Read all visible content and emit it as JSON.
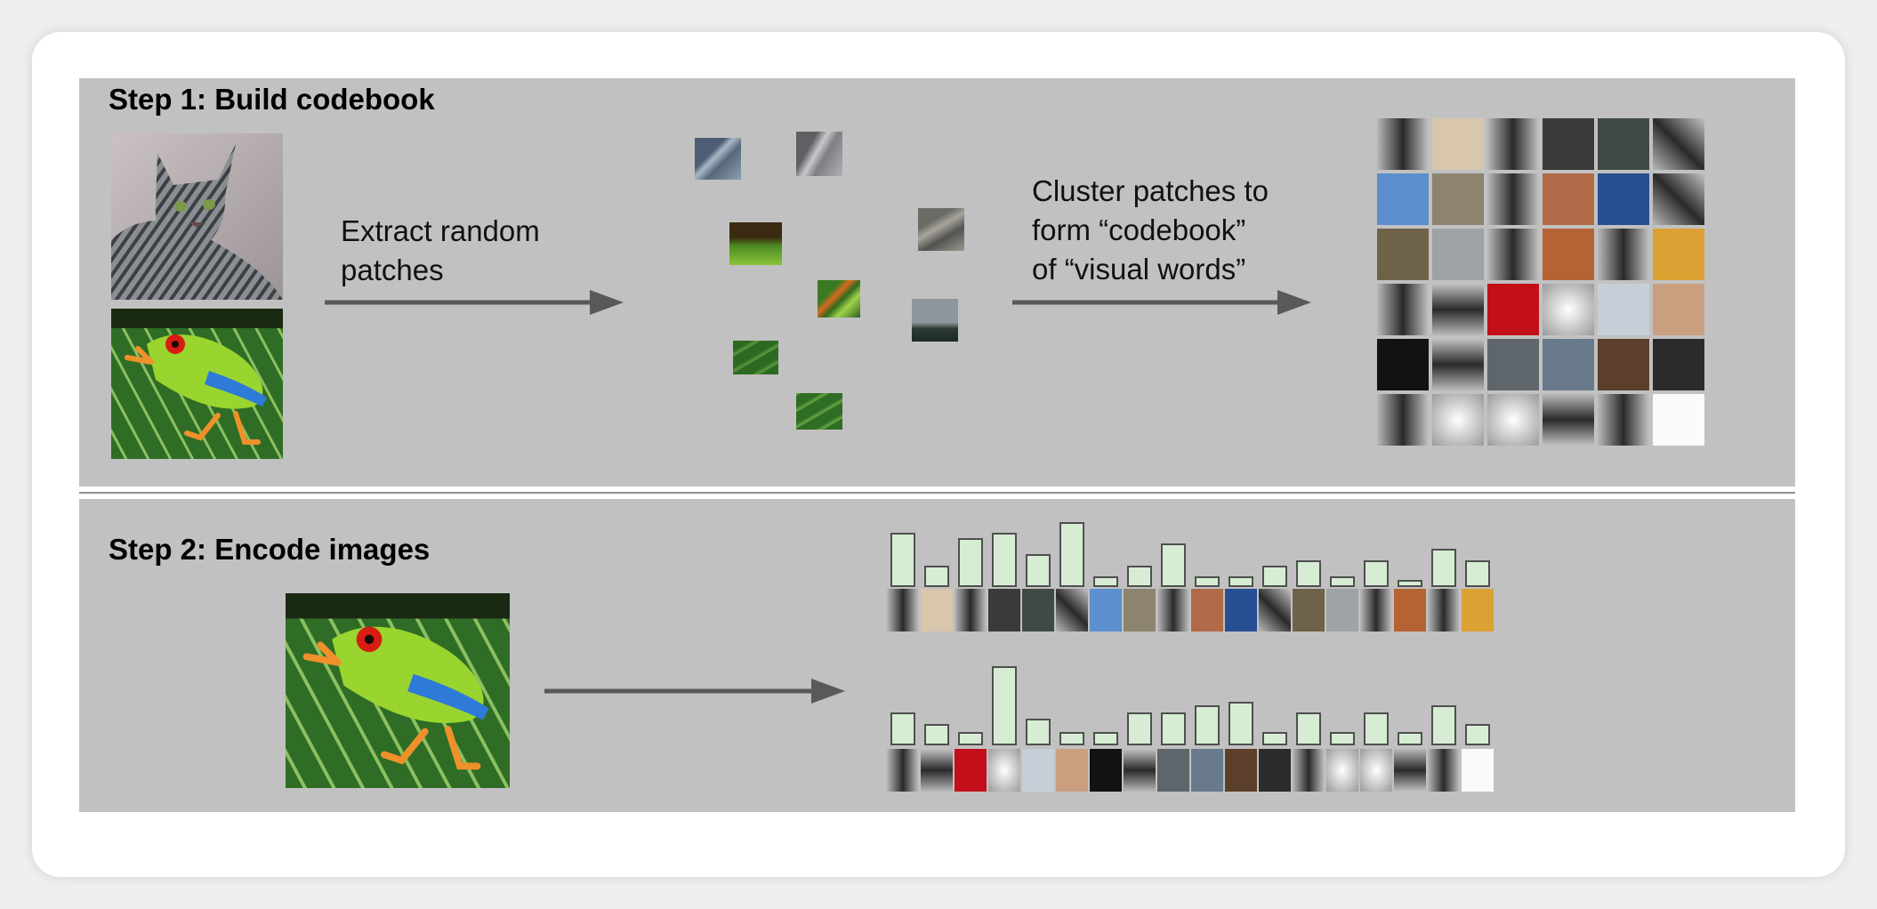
{
  "step1": {
    "title": "Step 1: Build codebook",
    "extract_label": [
      "Extract random",
      "patches"
    ],
    "cluster_label": [
      "Cluster patches to",
      "form “codebook”",
      "of “visual words”"
    ]
  },
  "step2": {
    "title": "Step 2: Encode images"
  },
  "icons": {
    "cat": "cat-photo-icon",
    "frog": "frog-photo-icon",
    "arrow": "arrow-right-icon"
  },
  "colors": {
    "panel": "#c1c1c1",
    "bar_fill": "#d6edd4",
    "bar_stroke": "#4f4f4f",
    "arrow": "#595959"
  },
  "codebook": [
    [
      "blur-dark",
      "#d8c6ad",
      "blur-dark",
      "#3a3a3a",
      "#404a45",
      "blur-dark"
    ],
    [
      "#5b8fcf",
      "#8d8470",
      "blur-dark",
      "#b06a48",
      "#264f94",
      "blur-dark"
    ],
    [
      "#6e6248",
      "#9ea3a5",
      "blur-dark",
      "#b56234",
      "blur-dark",
      "#dba133"
    ],
    [
      "blur-dark",
      "blur-dark",
      "#c20f1a",
      "blur-light",
      "#c6cfd7",
      "#c99f80"
    ],
    [
      "#121212",
      "blur-dark",
      "#5f666b",
      "#687a8c",
      "#5c3f2a",
      "#2b2b2b"
    ],
    [
      "blur-dark",
      "blur-light",
      "blur-light",
      "blur-dark",
      "blur-dark",
      "#fafaf8"
    ]
  ],
  "histograms": [
    {
      "values": [
        5,
        2,
        4.5,
        5,
        3,
        6,
        1,
        2,
        4,
        1,
        1,
        2,
        2.5,
        1,
        2.5,
        0.5,
        3.5,
        2.5
      ]
    },
    {
      "values": [
        3,
        2,
        1.2,
        7.3,
        2.5,
        1.2,
        1.2,
        3,
        3,
        3.7,
        4,
        1.2,
        3,
        1.2,
        3,
        1.2,
        3.7,
        2
      ]
    }
  ]
}
